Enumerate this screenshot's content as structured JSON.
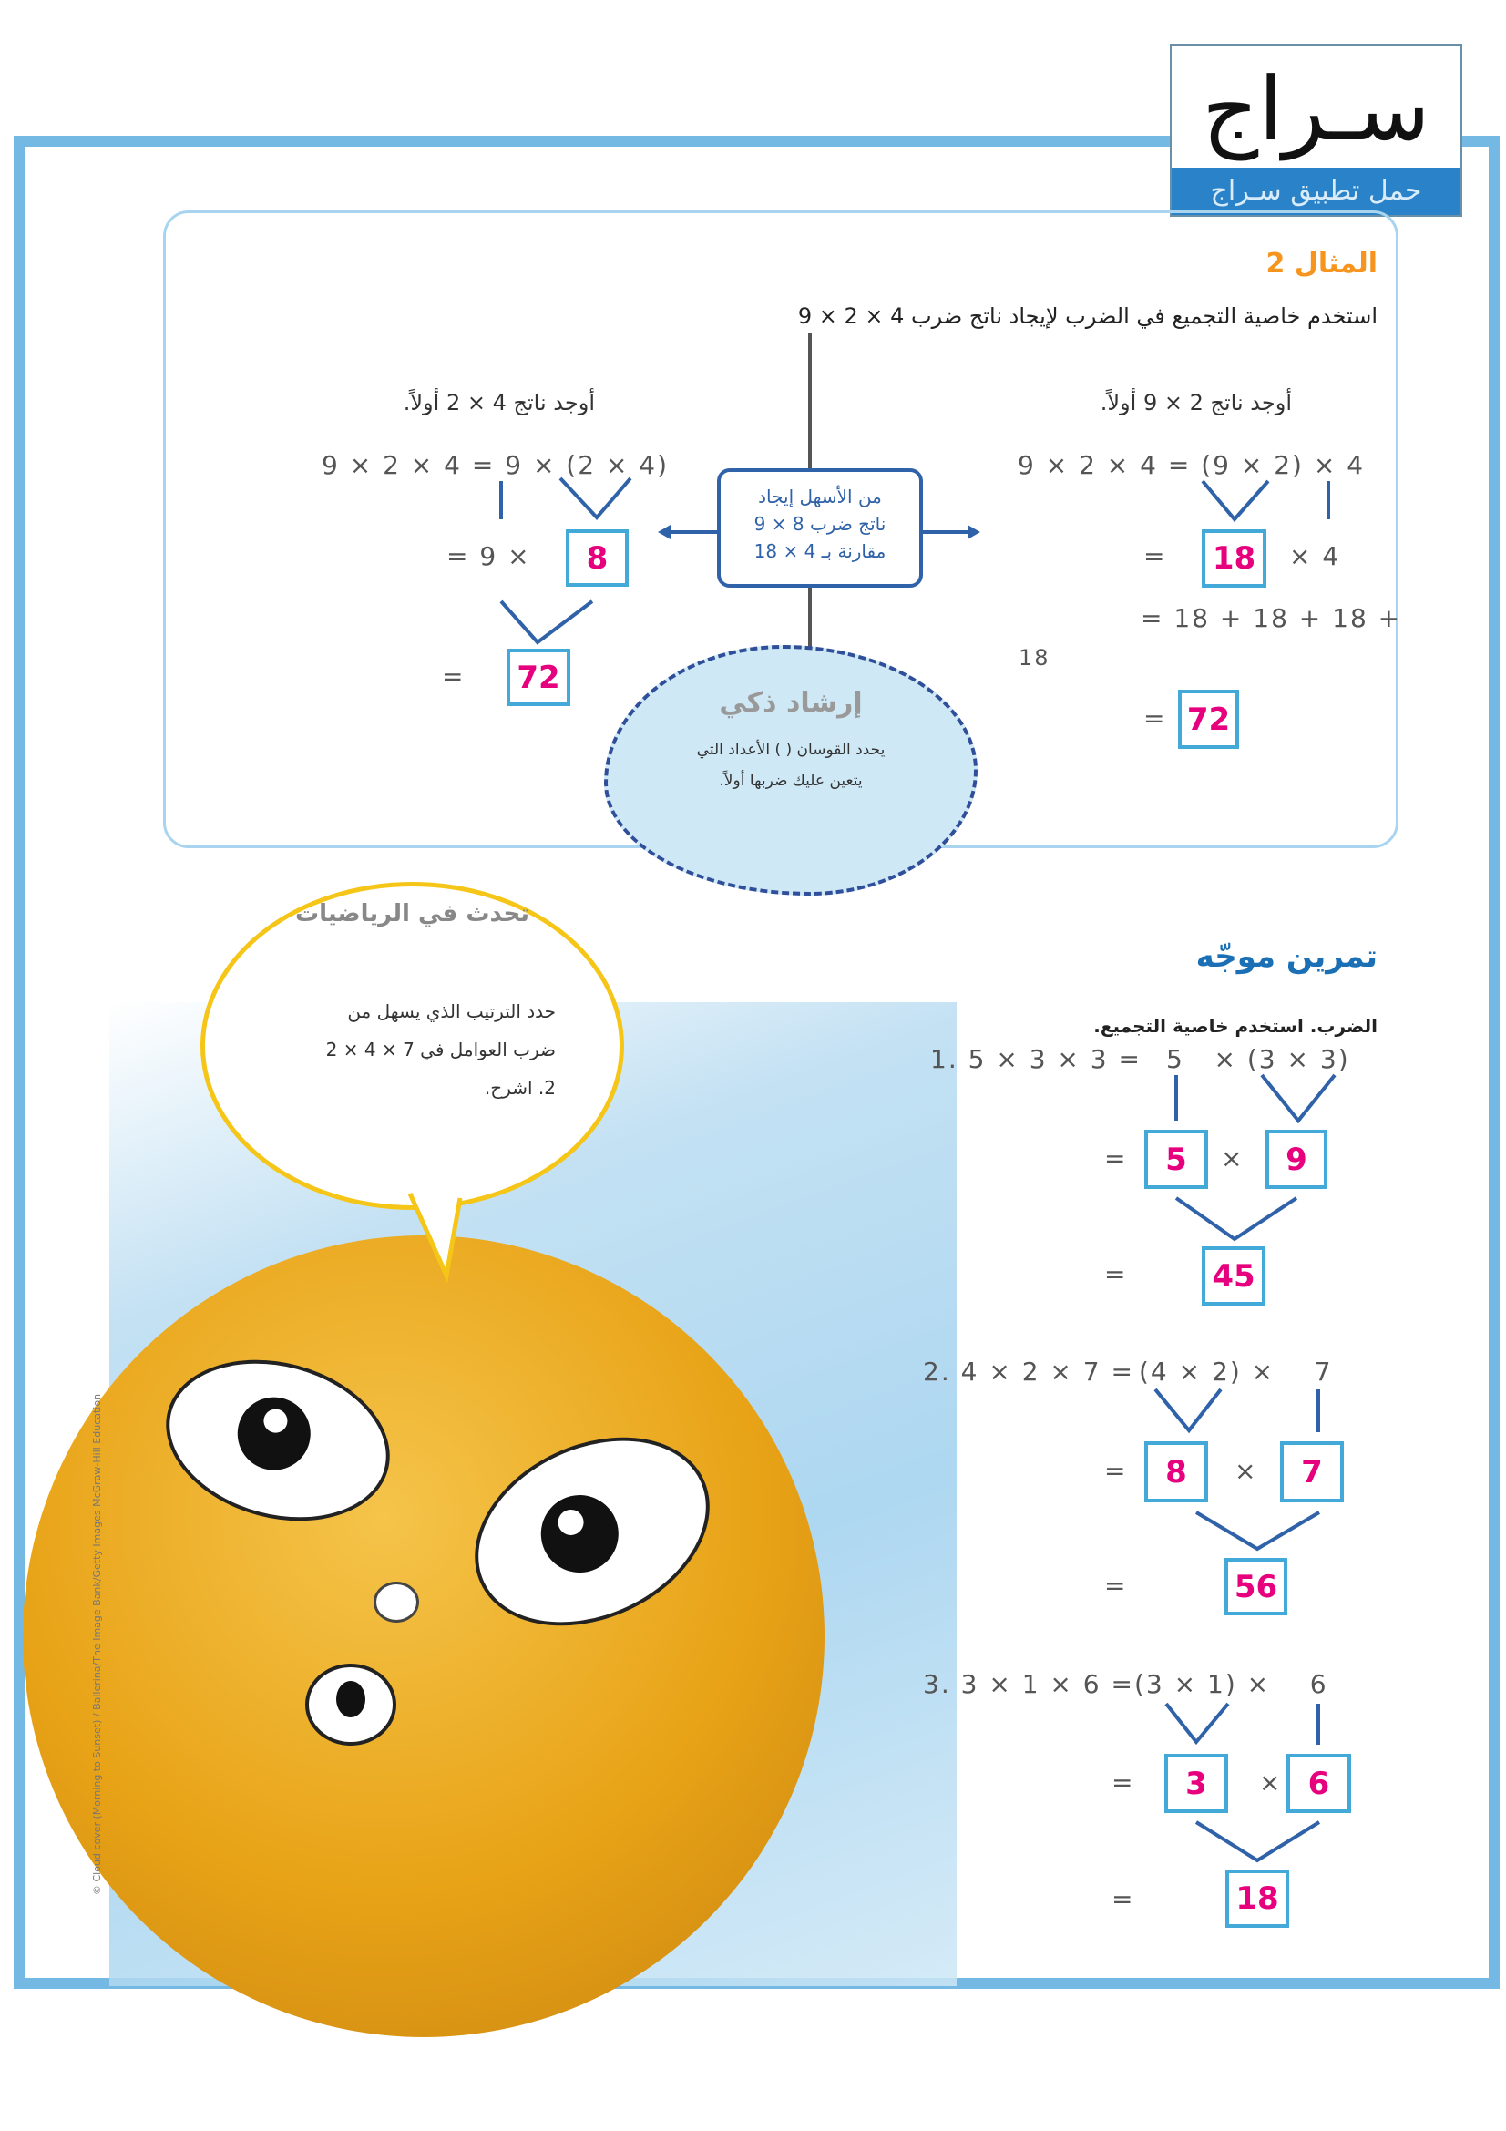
{
  "logo": {
    "word": "سـراج",
    "tagline": "حمل تطبيق سـراج"
  },
  "example": {
    "title": "المثال 2",
    "instruction": "استخدم خاصية التجميع في الضرب لإيجاد ناتج ضرب 4 × 2 × 9",
    "center_note": [
      "من الأسهل إيجاد",
      "ناتج ضرب 8 × 9",
      "مقارنة بـ 4 × 18"
    ],
    "left": {
      "heading": "أوجد ناتج 4 × 2 أولاً.",
      "equation": "9 × 2 × 4 = 9 × (2 × 4)",
      "step": "= 9 ×",
      "box1": "8",
      "eq2": "=",
      "box2": "72"
    },
    "right": {
      "heading": "أوجد ناتج 2 × 9 أولاً.",
      "equation": "9 × 2 × 4 = (9 × 2) × 4",
      "eq1": "=",
      "box1": "18",
      "times": "× 4",
      "sum": "= 18 + 18 + 18 +",
      "sum_tail": "18",
      "eq2": "=",
      "box2": "72"
    },
    "hint": {
      "title": "إرشاد ذكي",
      "lines": [
        "يحدد القوسان ( ) الأعداد التي",
        "يتعين عليك ضربها أولاً."
      ]
    }
  },
  "guided": {
    "title": "تمرين موجّه",
    "instruction": "الضرب. استخدم خاصية التجميع.",
    "exercises": [
      {
        "expr": "1. 5 × 3 × 3 =",
        "grouped": "5   × (3 × 3)",
        "a": "5",
        "op": "×",
        "b": "9",
        "result": "45"
      },
      {
        "expr": "2. 4 × 2 × 7 =",
        "grouped": "(4 × 2) ×    7",
        "a": "8",
        "op": "×",
        "b": "7",
        "result": "56"
      },
      {
        "expr": "3. 3 × 1 × 6 =",
        "grouped": "(3 × 1) ×    6",
        "a": "3",
        "op": "×",
        "b": "6",
        "result": "18"
      }
    ],
    "eq": "="
  },
  "talk": {
    "title": "تحدث في الرياضيات",
    "lines": [
      "حدد الترتيب الذي يسهل من",
      "ضرب العوامل في 7 × 4 × 2",
      "2. اشرح."
    ]
  },
  "copyright": "© Cloud cover (Morning to Sunset) / Ballerina/The Image Bank/Getty Images  McGraw-Hill Education"
}
